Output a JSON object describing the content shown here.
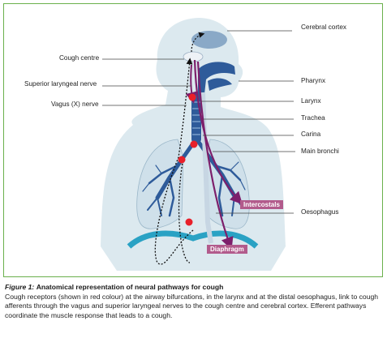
{
  "diagram": {
    "labels": {
      "cerebral_cortex": "Cerebral cortex",
      "cough_centre": "Cough centre",
      "superior_laryngeal_nerve": "Superior laryngeal nerve",
      "vagus_nerve": "Vagus (X) nerve",
      "pharynx": "Pharynx",
      "larynx": "Larynx",
      "trachea": "Trachea",
      "carina": "Carina",
      "main_bronchi": "Main bronchi",
      "intercostals": "Intercostals",
      "oesophagus": "Oesophagus",
      "diaphragm": "Diaphragm"
    },
    "colors": {
      "body": "#dce9ef",
      "airway": "#2e5b9a",
      "lung": "#cfe0ea",
      "nerve": "#7d1f6b",
      "receptor": "#e8202a",
      "box": "#b25b8c",
      "diaphragm": "#2aa2c4",
      "frame": "#6ab04c"
    }
  },
  "caption": {
    "figure_label": "Figure 1:",
    "title": "Anatomical representation of neural pathways for cough",
    "body": "Cough receptors (shown in red colour) at the airway bifurcations, in the larynx and at the distal oesophagus, link to cough afferents through the vagus and superior laryngeal nerves to the cough centre and cerebral cortex. Efferent pathways coordinate the muscle response that leads to a cough."
  }
}
